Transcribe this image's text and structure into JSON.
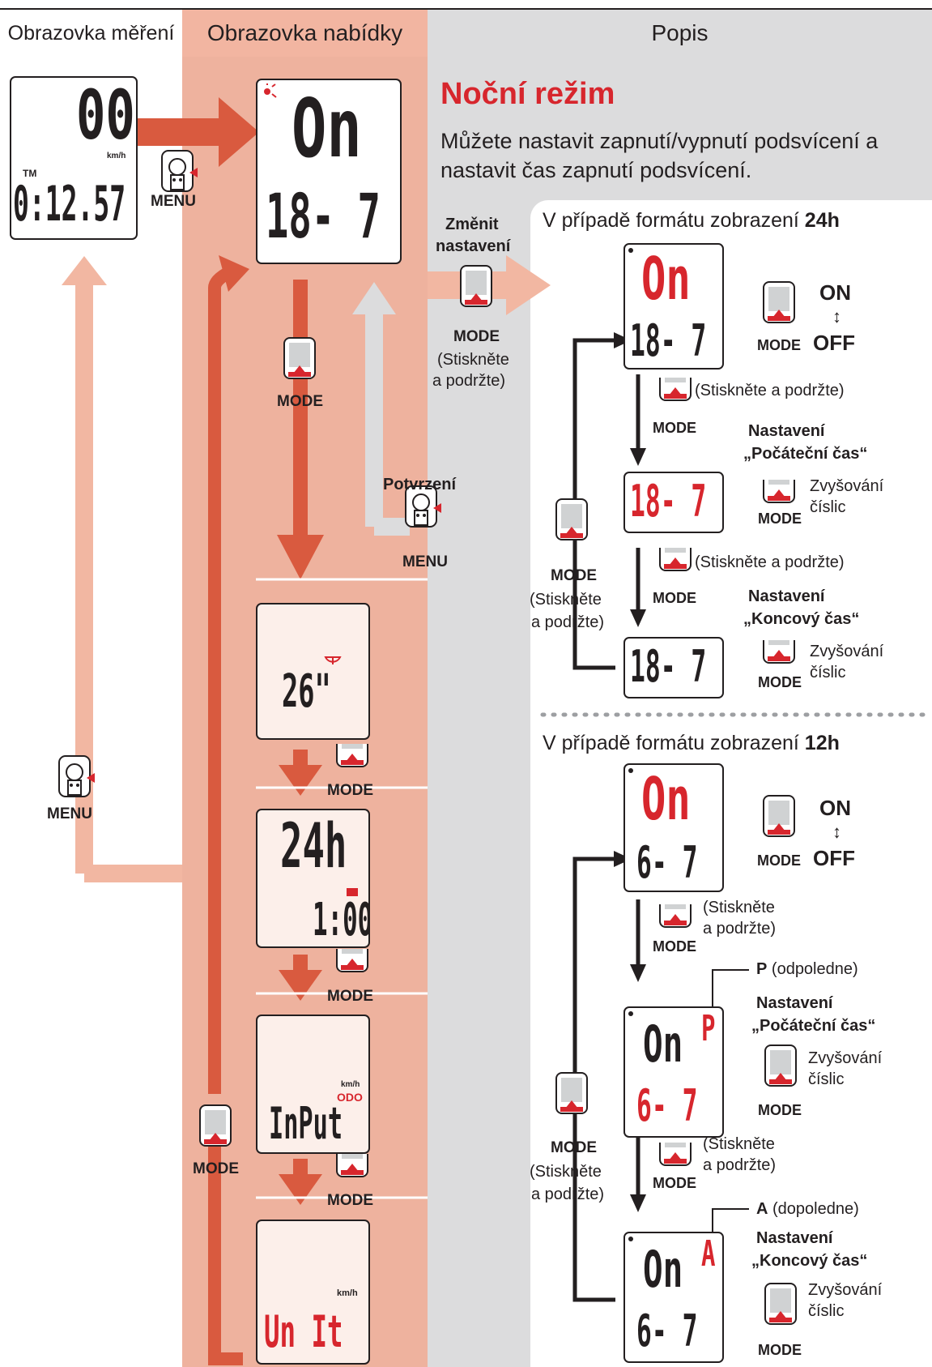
{
  "headers": {
    "measure_screen": "Obrazovka měření",
    "menu_screen": "Obrazovka nabídky",
    "description": "Popis"
  },
  "title": "Noční režim",
  "description": "Můžete nastavit zapnutí/vypnutí podsvícení a nastavit čas zapnutí podsvícení.",
  "labels": {
    "menu": "MENU",
    "mode": "MODE",
    "change_settings_1": "Změnit",
    "change_settings_2": "nastavení",
    "hold_1": "(Stiskněte",
    "hold_2": "a podržte)",
    "hold_inline": "(Stiskněte a podržte)",
    "confirm": "Potvrzení",
    "on": "ON",
    "off": "OFF",
    "arrow_updown": "↕",
    "setting": "Nastavení",
    "start_time": "„Počáteční čas“",
    "end_time": "„Koncový čas“",
    "increase_1": "Zvyšování",
    "increase_2": "číslic",
    "pm_letter": "P",
    "pm_text": "(odpoledne)",
    "am_letter": "A",
    "am_text": "(dopoledne)"
  },
  "sections": {
    "format24_prefix": "V případě formátu zobrazení ",
    "format24_value": "24h",
    "format12_prefix": "V případě formátu zobrazení ",
    "format12_value": "12h"
  },
  "displays": {
    "measure": {
      "speed": "00",
      "unit": "km/h",
      "tm_label": "TM",
      "time": "0:12.57"
    },
    "night": {
      "top": "On",
      "bottom": "18- 7"
    },
    "wheel": {
      "value": "26\""
    },
    "clock": {
      "top": "24h",
      "bottom": "1:00"
    },
    "input": {
      "unit": "km/h",
      "odo": "ODO",
      "text": "InPut"
    },
    "unit": {
      "unit": "km/h",
      "text": "Un It"
    },
    "d24_a": {
      "top": "On",
      "bottom": "18- 7"
    },
    "d24_b": {
      "bottom": "18- 7"
    },
    "d24_c": {
      "bottom": "18- 7"
    },
    "d12_a": {
      "top": "On",
      "bottom": "6- 7"
    },
    "d12_b": {
      "top": "On",
      "suffix": "P",
      "bottom": "6- 7"
    },
    "d12_c": {
      "top": "On",
      "suffix": "A",
      "bottom": "6- 7"
    }
  },
  "colors": {
    "accent_red": "#d7262d",
    "arrow_orange": "#d95a3f",
    "pink_column": "#eeb29e",
    "gray_column": "#dcdcdd"
  }
}
